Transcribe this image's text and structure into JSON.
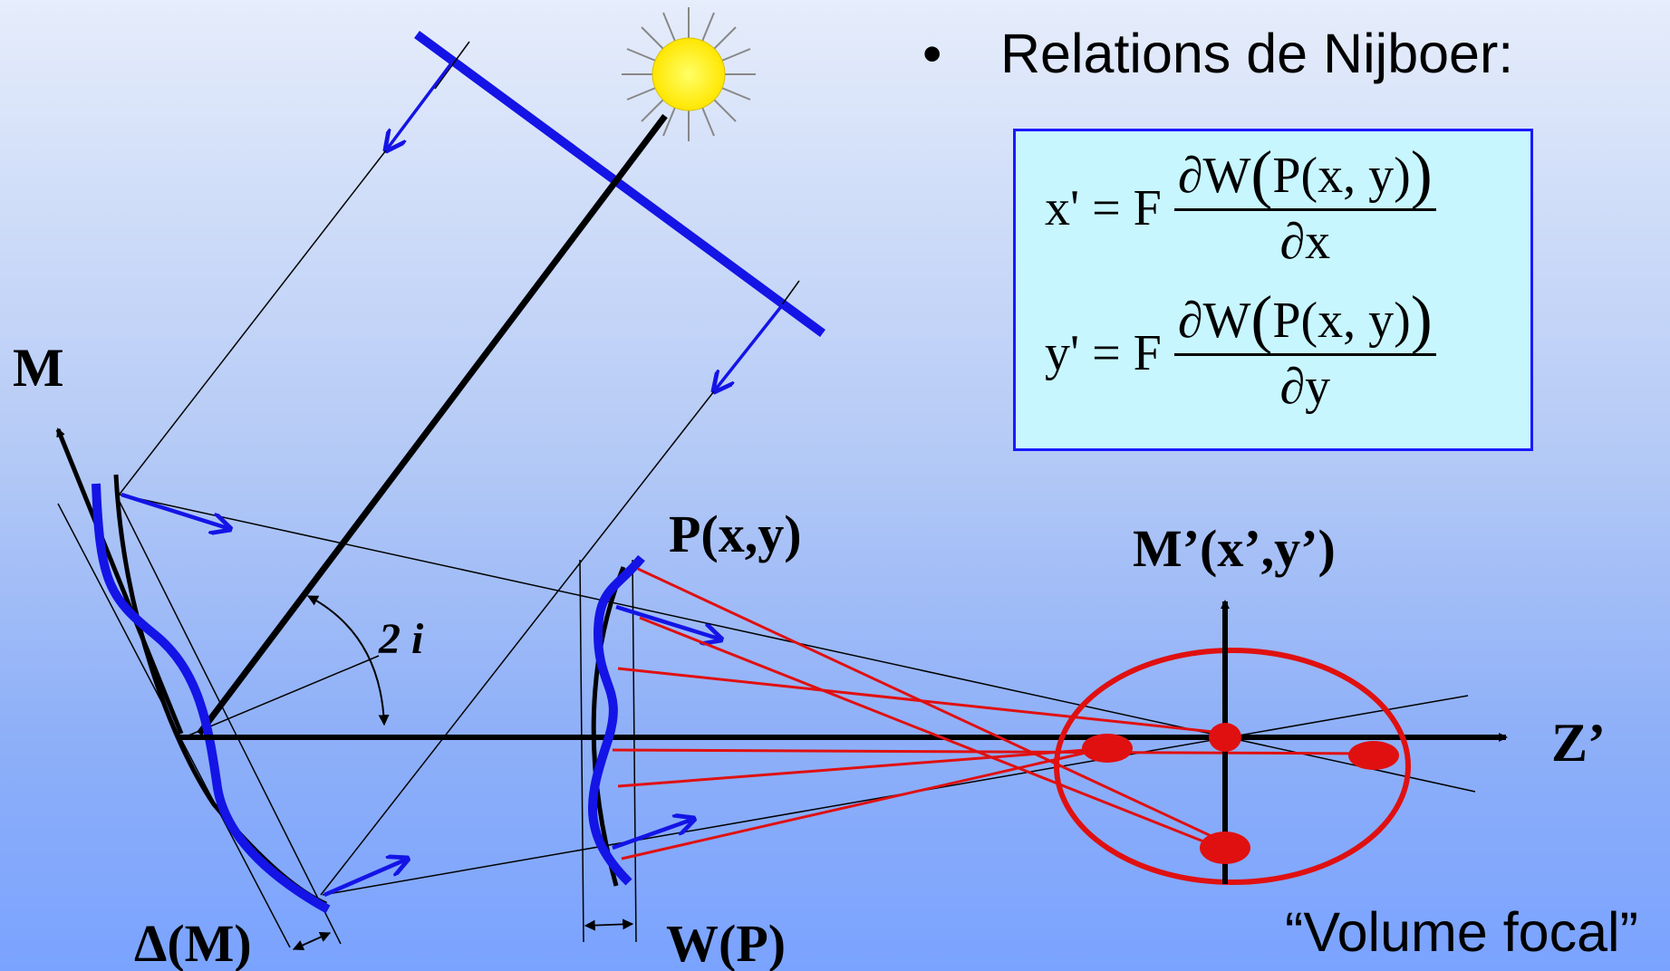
{
  "labels": {
    "M": "M",
    "P": "P(x,y)",
    "M_prime": "M’(x’,y’)",
    "Z_prime": "Z’",
    "delta_M": "Δ(M)",
    "W_P": "W(P)",
    "angle": "2 i"
  },
  "title": {
    "bullet": "•",
    "text": "Relations de Nijboer:"
  },
  "formulas": {
    "x_lhs": "x' = F",
    "x_num_head": "∂W",
    "x_num_inner": "P(x, y)",
    "x_den": "∂x",
    "y_lhs": "y' = F",
    "y_num_head": "∂W",
    "y_num_inner": "P(x, y)",
    "y_den": "∂y"
  },
  "caption": "“Volume focal”",
  "colors": {
    "wavefront": "#1414e6",
    "rays": "#e01010",
    "axes": "#000000",
    "formula_box_bg": "#c8f6ff",
    "formula_box_border": "#1a1aff",
    "sun": "#ffff33"
  },
  "icons": {
    "sun": "sun-icon"
  }
}
